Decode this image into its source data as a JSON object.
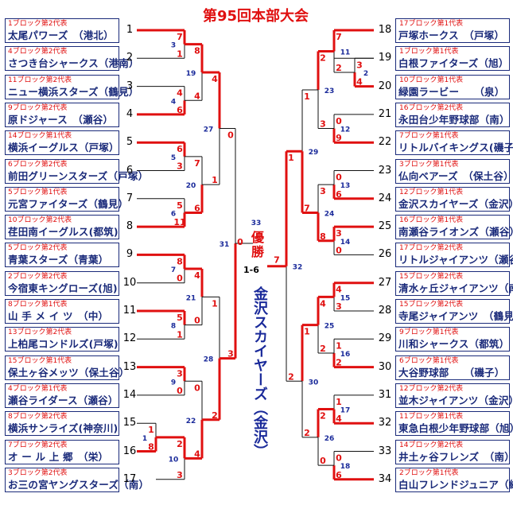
{
  "title": "第95回本部大会",
  "champion_label": "優勝",
  "final_score_text": "1-6",
  "champion_name": "金沢スカイヤーズ（金沢）",
  "chart_data": {
    "type": "table",
    "left_teams": [
      {
        "seed": "1",
        "block": "1ブロック第2代表",
        "name": "太尾パワーズ　（港北）"
      },
      {
        "seed": "2",
        "block": "4ブロック第2代表",
        "name": "さつき台シャークス（港南）"
      },
      {
        "seed": "3",
        "block": "11ブロック第2代表",
        "name": "ニュー横浜スターズ（鶴見）"
      },
      {
        "seed": "4",
        "block": "9ブロック第2代表",
        "name": "原ドジャース　（瀬谷）"
      },
      {
        "seed": "5",
        "block": "14ブロック第1代表",
        "name": "横浜イーグルス（戸塚）"
      },
      {
        "seed": "6",
        "block": "6ブロック第2代表",
        "name": "前田グリーンスターズ（戸塚）"
      },
      {
        "seed": "7",
        "block": "5ブロック第1代表",
        "name": "元宮ファイターズ（鶴見）"
      },
      {
        "seed": "8",
        "block": "10ブロック第2代表",
        "name": "荏田南イーグルス(都筑)"
      },
      {
        "seed": "9",
        "block": "5ブロック第2代表",
        "name": "青葉スターズ（青葉）"
      },
      {
        "seed": "10",
        "block": "2ブロック第2代表",
        "name": "今宿東キングローズ(旭)"
      },
      {
        "seed": "11",
        "block": "8ブロック第1代表",
        "name": "山 手 メ イ ツ　（中）"
      },
      {
        "seed": "12",
        "block": "13ブロック第2代表",
        "name": "上柏尾コンドルズ(戸塚)"
      },
      {
        "seed": "13",
        "block": "15ブロック第1代表",
        "name": "保土ヶ谷メッツ（保土谷）"
      },
      {
        "seed": "14",
        "block": "4ブロック第1代表",
        "name": "瀬谷ライダース（瀬谷）"
      },
      {
        "seed": "15",
        "block": "8ブロック第2代表",
        "name": "横浜サンライズ(神奈川)"
      },
      {
        "seed": "16",
        "block": "7ブロック第2代表",
        "name": "オ ー ル 上 郷　（栄）"
      },
      {
        "seed": "17",
        "block": "3ブロック第2代表",
        "name": "お三の宮ヤングスターズ（南）"
      }
    ],
    "right_teams": [
      {
        "seed": "18",
        "block": "17ブロック第1代表",
        "name": "戸塚ホークス　（戸塚）"
      },
      {
        "seed": "19",
        "block": "1ブロック第1代表",
        "name": "白根ファイターズ（旭）"
      },
      {
        "seed": "20",
        "block": "10ブロック第1代表",
        "name": "緑園ラービー　　（泉）"
      },
      {
        "seed": "21",
        "block": "16ブロック第2代表",
        "name": "永田台少年野球部（南）"
      },
      {
        "seed": "22",
        "block": "7ブロック第1代表",
        "name": "リトルバイキングス(磯子)"
      },
      {
        "seed": "23",
        "block": "3ブロック第1代表",
        "name": "仏向ベアーズ　（保土谷）"
      },
      {
        "seed": "24",
        "block": "12ブロック第1代表",
        "name": "金沢スカイヤーズ（金沢）"
      },
      {
        "seed": "25",
        "block": "16ブロック第1代表",
        "name": "南瀬谷ライオンズ（瀬谷）"
      },
      {
        "seed": "26",
        "block": "17ブロック第2代表",
        "name": "リトルジャイアンツ（瀬谷）"
      },
      {
        "seed": "27",
        "block": "15ブロック第2代表",
        "name": "清水ヶ丘ジャイアンツ（南）"
      },
      {
        "seed": "28",
        "block": "15ブロック第2代表",
        "name": "寺尾ジャイアンツ　（鶴見）"
      },
      {
        "seed": "29",
        "block": "9ブロック第1代表",
        "name": "川和シャークス（都筑）"
      },
      {
        "seed": "30",
        "block": "6ブロック第1代表",
        "name": "大谷野球部　　（磯子）"
      },
      {
        "seed": "31",
        "block": "12ブロック第2代表",
        "name": "並木ジャイアンツ（金沢）"
      },
      {
        "seed": "32",
        "block": "11ブロック第1代表",
        "name": "東急白根少年野球部（旭）"
      },
      {
        "seed": "33",
        "block": "14ブロック第2代表",
        "name": "井土ヶ谷フレンズ　（南）"
      },
      {
        "seed": "34",
        "block": "2ブロック第1代表",
        "name": "白山フレンドジュニア（緑）"
      }
    ],
    "scores": [
      {
        "id": "m1",
        "a": "7",
        "b": "1"
      },
      {
        "id": "m2",
        "a": "4",
        "b": "6"
      },
      {
        "id": "m3",
        "a": "6",
        "b": "3"
      },
      {
        "id": "m4",
        "a": "5",
        "b": "11"
      },
      {
        "id": "m5",
        "a": "8",
        "b": "0"
      },
      {
        "id": "m6",
        "a": "5",
        "b": "1"
      },
      {
        "id": "m7",
        "a": "3",
        "b": "0"
      },
      {
        "id": "m8",
        "a": "1",
        "b": "8"
      },
      {
        "id": "m9",
        "a": "2",
        "b": "3"
      },
      {
        "id": "m10",
        "a": "8",
        "b": "4"
      },
      {
        "id": "m11",
        "a": "7",
        "b": "6"
      },
      {
        "id": "m12",
        "a": "4",
        "b": "0"
      },
      {
        "id": "m13",
        "a": "0",
        "b": "4"
      },
      {
        "id": "m14",
        "a": "4",
        "b": "1"
      },
      {
        "id": "m15",
        "a": "1",
        "b": "2"
      },
      {
        "id": "m16",
        "a": "0",
        "b": "3"
      },
      {
        "id": "m17",
        "a": "7",
        "b": "0"
      },
      {
        "id": "r1",
        "a": "7",
        "b": "2"
      },
      {
        "id": "r2",
        "a": "3",
        "b": "4"
      },
      {
        "id": "r3",
        "a": "0",
        "b": "9"
      },
      {
        "id": "r4",
        "a": "0",
        "b": "6"
      },
      {
        "id": "r5",
        "a": "3",
        "b": "0"
      },
      {
        "id": "r6",
        "a": "4",
        "b": "3"
      },
      {
        "id": "r7",
        "a": "1",
        "b": "2"
      },
      {
        "id": "r8",
        "a": "1",
        "b": "4"
      },
      {
        "id": "r9",
        "a": "0",
        "b": "6"
      },
      {
        "id": "r10",
        "a": "2",
        "b": "3"
      },
      {
        "id": "r11",
        "a": "3",
        "b": "8"
      },
      {
        "id": "r12",
        "a": "4",
        "b": "2"
      },
      {
        "id": "r13",
        "a": "2",
        "b": "0"
      },
      {
        "id": "r14",
        "a": "1",
        "b": "7"
      },
      {
        "id": "r15",
        "a": "1",
        "b": "2"
      }
    ],
    "match_numbers": [
      "1",
      "2",
      "3",
      "4",
      "5",
      "6",
      "7",
      "8",
      "9",
      "10",
      "11",
      "12",
      "13",
      "14",
      "15",
      "16",
      "17",
      "18",
      "19",
      "20",
      "21",
      "22",
      "23",
      "24",
      "25",
      "26",
      "27",
      "28",
      "29",
      "30",
      "31",
      "32",
      "33"
    ]
  }
}
